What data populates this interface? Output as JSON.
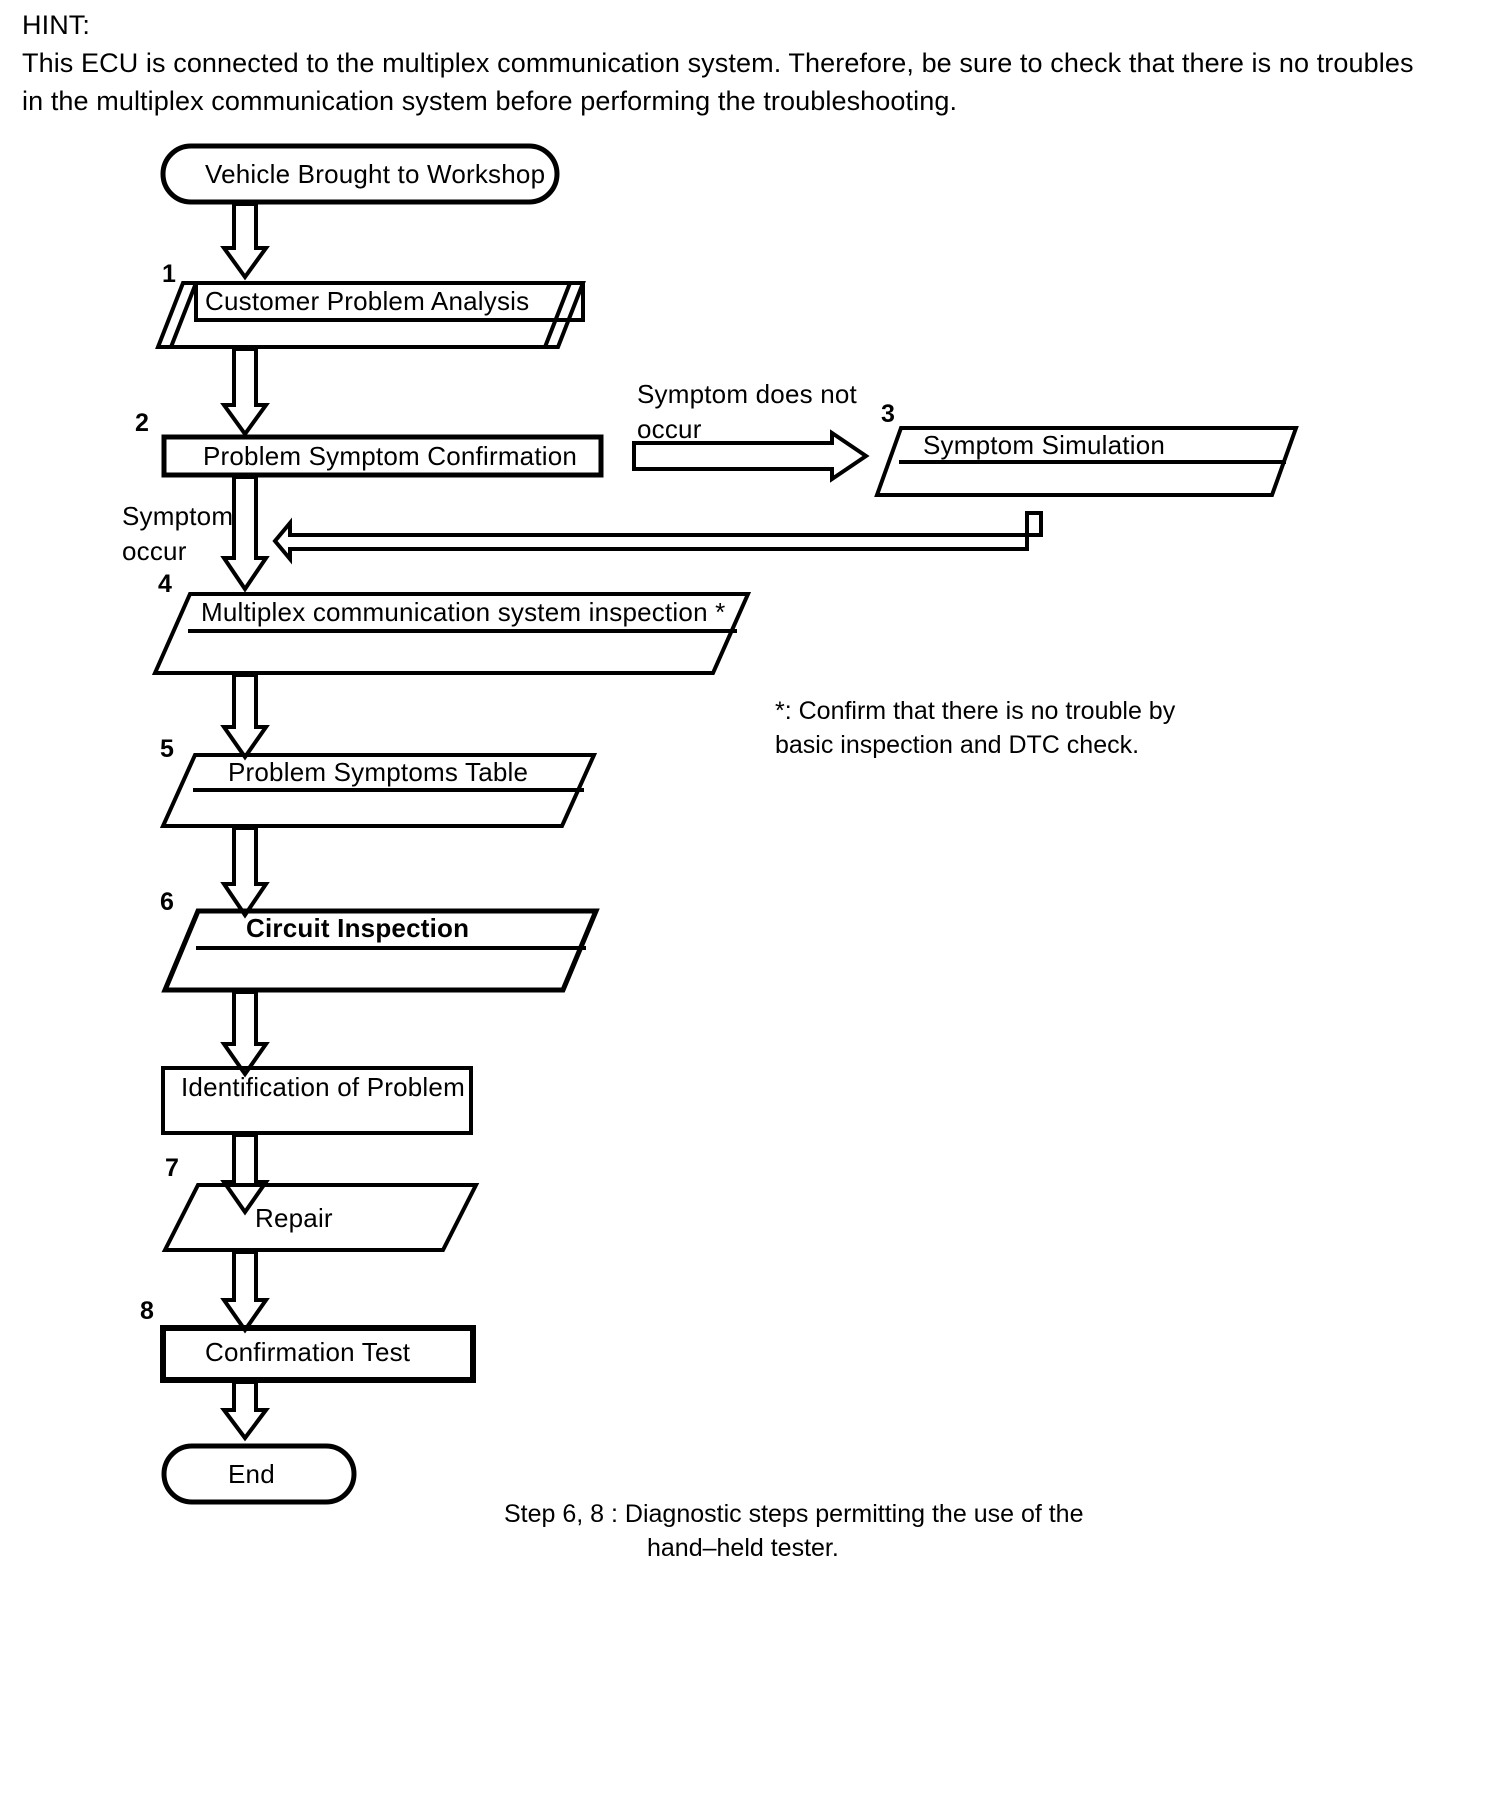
{
  "hint": {
    "title": "HINT:",
    "body": "This ECU is connected to the multiplex communication system. Therefore, be sure to check that there is no troubles in the multiplex communication system before performing the troubleshooting."
  },
  "flowchart": {
    "nodes": [
      {
        "id": "start",
        "label": "Vehicle Brought to Workshop",
        "shape": "terminator",
        "step": ""
      },
      {
        "id": "n1",
        "label": "Customer Problem Analysis",
        "shape": "stacked",
        "step": "1"
      },
      {
        "id": "n2",
        "label": "Problem Symptom Confirmation",
        "shape": "rect",
        "step": "2"
      },
      {
        "id": "n3",
        "label": "Symptom Simulation",
        "shape": "stacked",
        "step": "3"
      },
      {
        "id": "n4",
        "label": "Multiplex communication system inspection *",
        "shape": "stacked",
        "step": "4"
      },
      {
        "id": "n5",
        "label": "Problem Symptoms Table",
        "shape": "stacked",
        "step": "5"
      },
      {
        "id": "n6",
        "label": "Circuit Inspection",
        "shape": "stacked",
        "step": "6",
        "bold": true
      },
      {
        "id": "nid",
        "label": "Identification of Problem",
        "shape": "rect",
        "step": ""
      },
      {
        "id": "n7",
        "label": "Repair",
        "shape": "parallelogram",
        "step": "7"
      },
      {
        "id": "n8",
        "label": "Confirmation Test",
        "shape": "rect-bold",
        "step": "8"
      },
      {
        "id": "end",
        "label": "End",
        "shape": "terminator",
        "step": ""
      }
    ],
    "edge_labels": {
      "symptom_does_not_occur_line1": "Symptom does not",
      "symptom_does_not_occur_line2": "occur",
      "symptom_occur_line1": "Symptom",
      "symptom_occur_line2": "occur"
    }
  },
  "footnote": {
    "line1": "*: Confirm that there is no trouble by",
    "line2": "basic inspection and DTC check."
  },
  "caption": {
    "line1": "Step 6, 8 : Diagnostic steps permitting the use of the",
    "line2": "hand–held tester."
  },
  "colors": {
    "ink": "#000000",
    "paper": "#ffffff"
  }
}
